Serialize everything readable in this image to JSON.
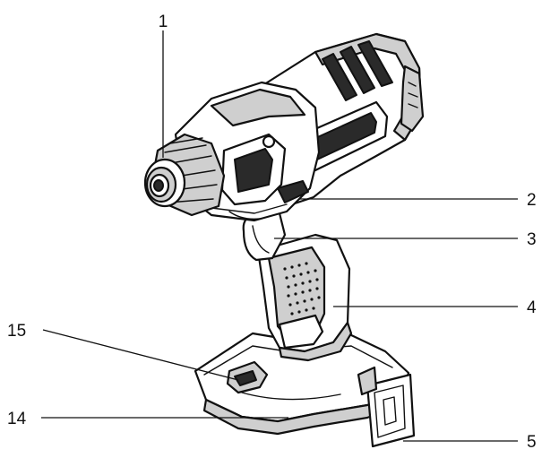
{
  "callouts": [
    {
      "id": "1",
      "label": "1"
    },
    {
      "id": "2",
      "label": "2"
    },
    {
      "id": "3",
      "label": "3"
    },
    {
      "id": "4",
      "label": "4"
    },
    {
      "id": "5",
      "label": "5"
    },
    {
      "id": "14",
      "label": "14"
    },
    {
      "id": "15",
      "label": "15"
    }
  ]
}
